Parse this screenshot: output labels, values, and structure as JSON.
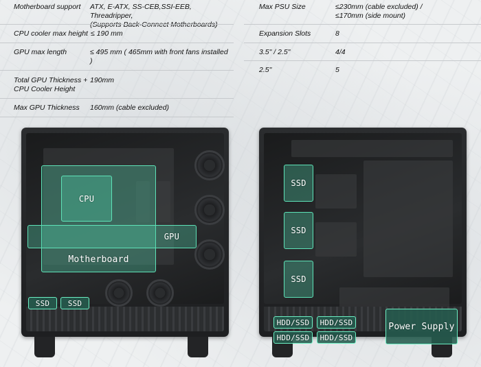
{
  "specs_left": [
    {
      "label": "Motherboard support",
      "value_lines": [
        "ATX, E-ATX, SS-CEB,SSI-EEB, Threadripper,",
        "(Supports Back-Connect Motherboards)"
      ]
    },
    {
      "label": "CPU cooler max height",
      "value_lines": [
        "≤ 190 mm"
      ]
    },
    {
      "label": "GPU max length",
      "value_lines": [
        "≤ 495 mm ( 465mm with front fans installed",
        ")"
      ]
    },
    {
      "label_lines": [
        "Total GPU Thickness +",
        "CPU Cooler Height"
      ],
      "value_lines": [
        "190mm"
      ]
    },
    {
      "label": "Max GPU Thickness",
      "value_lines": [
        "160mm (cable excluded)"
      ]
    }
  ],
  "specs_right": [
    {
      "label": "Max PSU Size",
      "value_lines": [
        "≤230mm (cable excluded) /",
        "≤170mm (side mount)"
      ]
    },
    {
      "label": "Expansion Slots",
      "value_lines": [
        "8"
      ]
    },
    {
      "label": "3.5\" / 2.5\"",
      "value_lines": [
        "4/4"
      ]
    },
    {
      "label": "2.5\"",
      "value_lines": [
        "5"
      ]
    }
  ],
  "left_case_labels": {
    "cpu": "CPU",
    "gpu": "GPU",
    "motherboard": "Motherboard",
    "ssd_1": "SSD",
    "ssd_2": "SSD"
  },
  "right_case_labels": {
    "ssd_top": "SSD",
    "ssd_middle": "SSD",
    "ssd_bottom": "SSD",
    "hdd_ssd_1": "HDD/SSD",
    "hdd_ssd_2": "HDD/SSD",
    "hdd_ssd_3": "HDD/SSD",
    "hdd_ssd_4": "HDD/SSD",
    "power_supply": "Power Supply"
  },
  "colors": {
    "highlight": "#5ee3b8",
    "case": "#1e1f21"
  }
}
